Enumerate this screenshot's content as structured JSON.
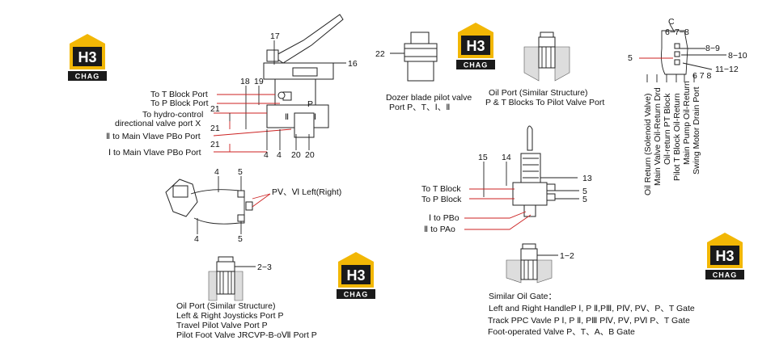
{
  "logo": {
    "mark": "H3",
    "brand": "CHAG",
    "colors": {
      "yellow": "#f2b705",
      "black": "#1a1a1a"
    }
  },
  "diagram_a": {
    "callouts": [
      "17",
      "16",
      "18",
      "19",
      "21",
      "21",
      "21",
      "4",
      "4",
      "20",
      "20"
    ],
    "labels": {
      "to_t_block": "To T Block Port",
      "to_p_block": "To P Block Port",
      "hydro_1": "To hydro-control",
      "hydro_2": "directional valve port X",
      "ii_pbo": "Ⅱ to Main Vlave PBo Port",
      "i_pbo": "Ⅰ to Main Vlave PBo Port",
      "mark_p": "P",
      "mark_ii": "Ⅱ",
      "mark_i": "Ⅰ"
    }
  },
  "diagram_b": {
    "callouts": [
      "4",
      "5",
      "4",
      "5"
    ],
    "label": "PⅤ、Ⅵ Left(Right)"
  },
  "oil_port_left": {
    "callout": "2−3",
    "caption": [
      "Oil Port (Similar Structure)",
      "Left & Right Joysticks Port P",
      "Travel Pilot Valve Port P",
      "Pilot Foot Valve JRCVP-B-oⅦ  Port  P"
    ]
  },
  "dozer": {
    "callout": "22",
    "caption": [
      "Dozer blade pilot valve",
      "Port P、T、Ⅰ、Ⅱ"
    ]
  },
  "oil_port_top": {
    "caption": [
      "Oil Port (Similar Structure)",
      "P & T Blocks To Pilot Valve Port"
    ]
  },
  "joystick": {
    "callouts": [
      "15",
      "14",
      "13",
      "5",
      "5"
    ],
    "labels": {
      "to_t": "To T Block",
      "to_p": "To P Block",
      "i_pbo": "Ⅰ to PBo",
      "ii_pao": "Ⅱ to PAo"
    }
  },
  "gate": {
    "callout": "1−2",
    "title": "Similar Oil Gate：",
    "lines": [
      "Left and Right HandleP Ⅰ, P Ⅱ,PⅢ, PⅣ, PⅤ、P、T Gate",
      "Track PPC Vavle P Ⅰ, P Ⅱ, PⅢ  PⅣ, PⅤ, PⅥ  P、T Gate",
      "Foot-operated Valve P、T、A、B  Gate"
    ]
  },
  "solenoid": {
    "callouts": [
      "C",
      "6−7−8",
      "8−9",
      "8−10",
      "5",
      "11−12",
      "6  7  8"
    ],
    "vertical_labels": [
      "Oil Return (Solenoid Valve)",
      "Main Valve Oil-Return Drd",
      "Oil-return PT Block",
      "Pilot T Block Oil-Return",
      "Main Pump Oil-Return",
      "Swing Motor Drain Port"
    ]
  }
}
